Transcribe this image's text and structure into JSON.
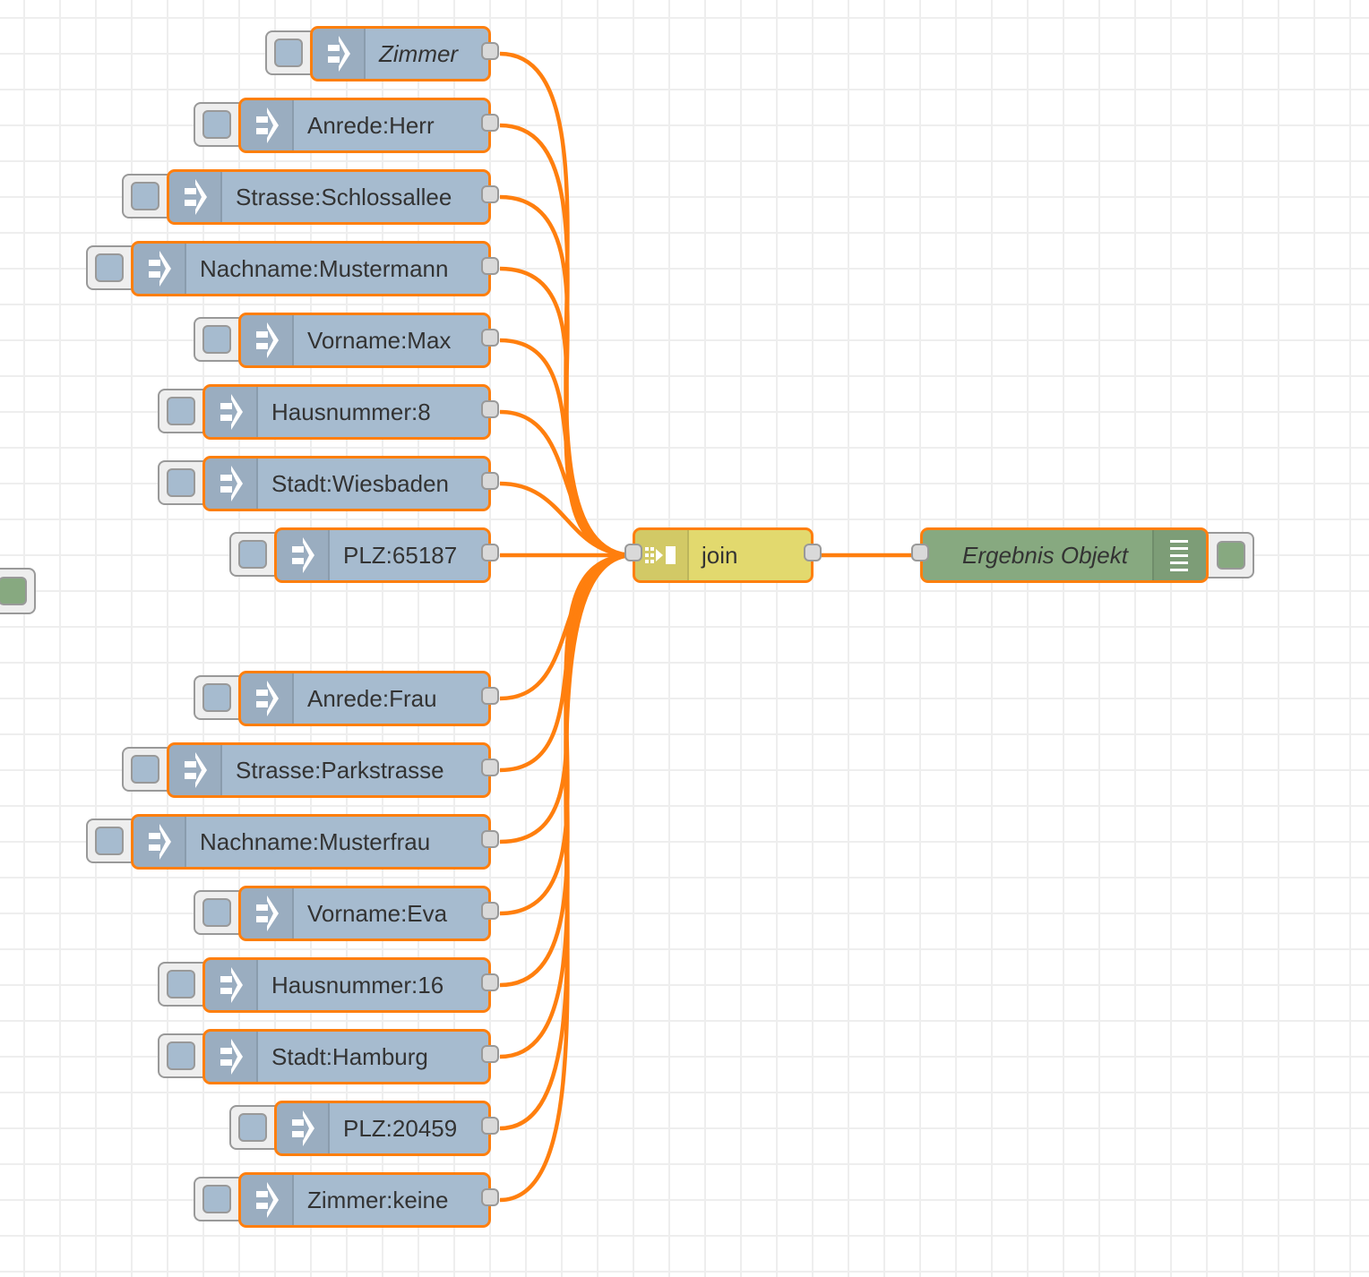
{
  "canvas": {
    "wire_color": "#ff7f0e",
    "node_border_color": "#ff7f0e",
    "grid_color": "#eeeeee"
  },
  "inject_nodes": [
    {
      "label": "Zimmer",
      "italic": true,
      "icon": "inject-arrow-icon",
      "color": "#a6bbcf"
    },
    {
      "label": "Anrede:Herr",
      "italic": false,
      "icon": "inject-arrow-icon",
      "color": "#a6bbcf"
    },
    {
      "label": "Strasse:Schlossallee",
      "italic": false,
      "icon": "inject-arrow-icon",
      "color": "#a6bbcf"
    },
    {
      "label": "Nachname:Mustermann",
      "italic": false,
      "icon": "inject-arrow-icon",
      "color": "#a6bbcf"
    },
    {
      "label": "Vorname:Max",
      "italic": false,
      "icon": "inject-arrow-icon",
      "color": "#a6bbcf"
    },
    {
      "label": "Hausnummer:8",
      "italic": false,
      "icon": "inject-arrow-icon",
      "color": "#a6bbcf"
    },
    {
      "label": "Stadt:Wiesbaden",
      "italic": false,
      "icon": "inject-arrow-icon",
      "color": "#a6bbcf"
    },
    {
      "label": "PLZ:65187",
      "italic": false,
      "icon": "inject-arrow-icon",
      "color": "#a6bbcf"
    },
    {
      "label": "Anrede:Frau",
      "italic": false,
      "icon": "inject-arrow-icon",
      "color": "#a6bbcf"
    },
    {
      "label": "Strasse:Parkstrasse",
      "italic": false,
      "icon": "inject-arrow-icon",
      "color": "#a6bbcf"
    },
    {
      "label": "Nachname:Musterfrau",
      "italic": false,
      "icon": "inject-arrow-icon",
      "color": "#a6bbcf"
    },
    {
      "label": "Vorname:Eva",
      "italic": false,
      "icon": "inject-arrow-icon",
      "color": "#a6bbcf"
    },
    {
      "label": "Hausnummer:16",
      "italic": false,
      "icon": "inject-arrow-icon",
      "color": "#a6bbcf"
    },
    {
      "label": "Stadt:Hamburg",
      "italic": false,
      "icon": "inject-arrow-icon",
      "color": "#a6bbcf"
    },
    {
      "label": "PLZ:20459",
      "italic": false,
      "icon": "inject-arrow-icon",
      "color": "#a6bbcf"
    },
    {
      "label": "Zimmer:keine",
      "italic": false,
      "icon": "inject-arrow-icon",
      "color": "#a6bbcf"
    }
  ],
  "join_node": {
    "label": "join",
    "italic": false,
    "icon": "join-icon",
    "color": "#e2d96e"
  },
  "debug_node": {
    "label": "Ergebnis Objekt",
    "italic": true,
    "icon": "debug-list-icon",
    "color": "#87a980",
    "toggle_active": true
  },
  "offscreen_debug_toggle": {
    "color": "#87a980"
  }
}
